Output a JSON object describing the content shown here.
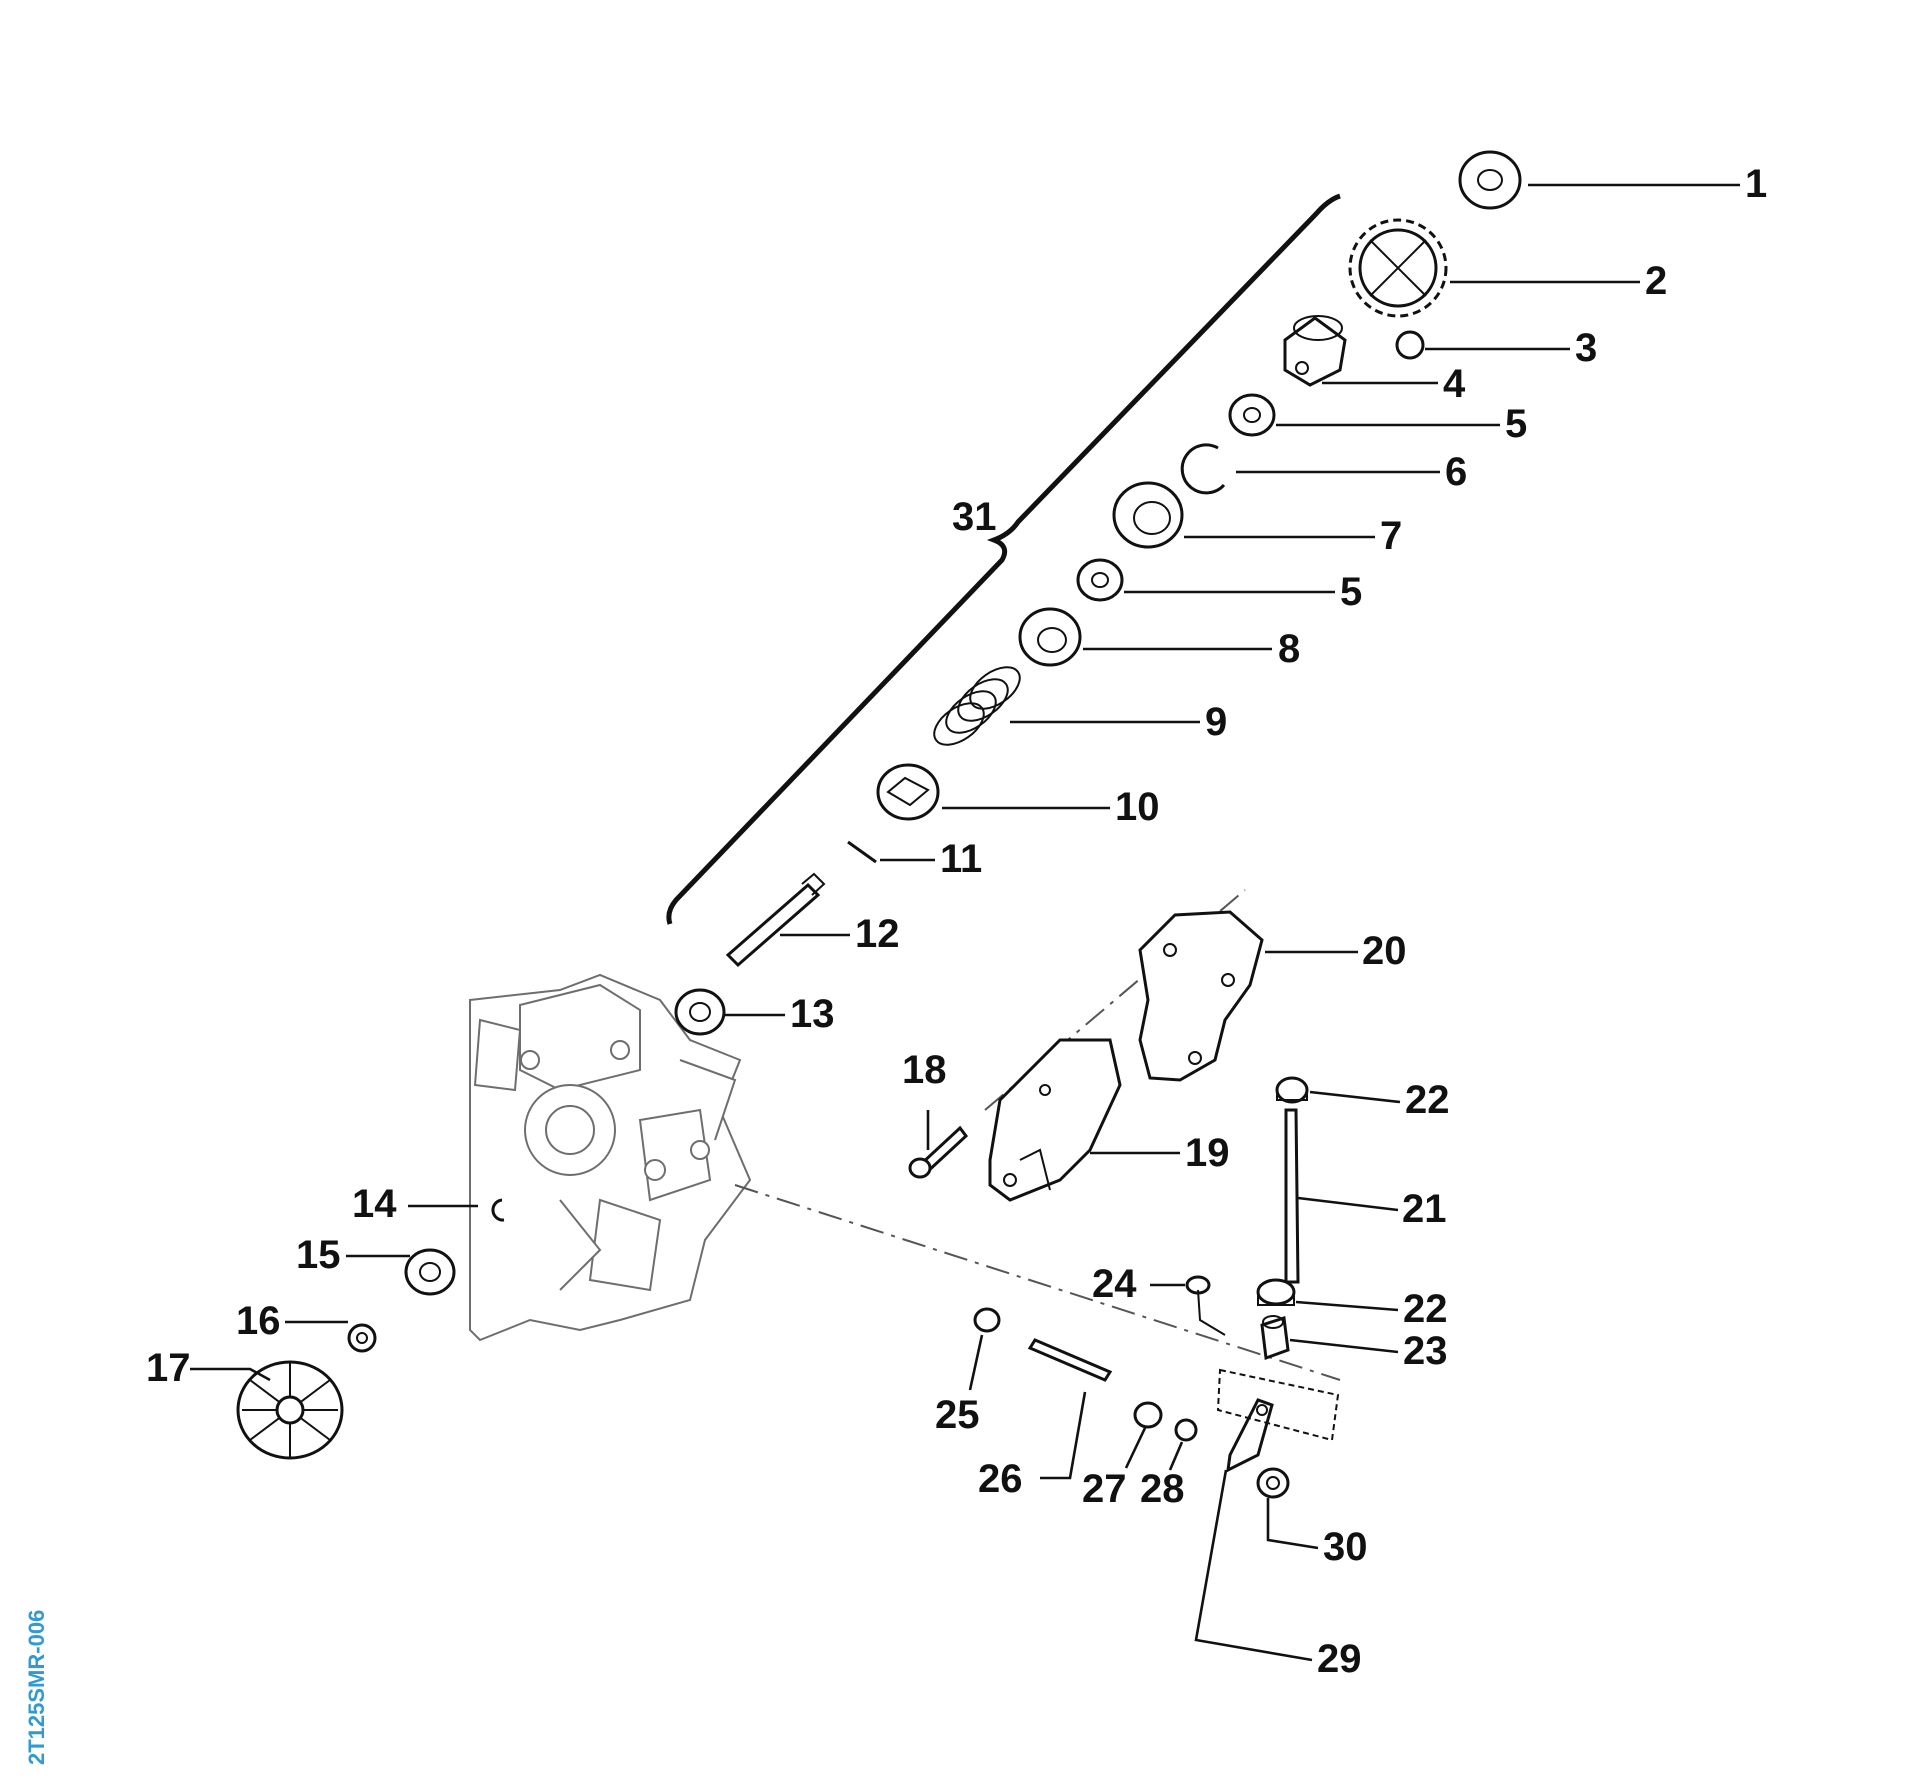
{
  "figure_code": "2T125SMR-006",
  "callouts": {
    "c1": "1",
    "c2": "2",
    "c3": "3",
    "c4": "4",
    "c5a": "5",
    "c6": "6",
    "c7": "7",
    "c5b": "5",
    "c8": "8",
    "c9": "9",
    "c10": "10",
    "c11": "11",
    "c12": "12",
    "c13": "13",
    "c14": "14",
    "c15": "15",
    "c16": "16",
    "c17": "17",
    "c18": "18",
    "c19": "19",
    "c20": "20",
    "c21": "21",
    "c22a": "22",
    "c22b": "22",
    "c23": "23",
    "c24": "24",
    "c25": "25",
    "c26": "26",
    "c27": "27",
    "c28": "28",
    "c29": "29",
    "c30": "30",
    "c31": "31"
  },
  "colors": {
    "ink": "#111111",
    "housing": "#6e6e6e",
    "figure_code": "#2e9bd6"
  }
}
